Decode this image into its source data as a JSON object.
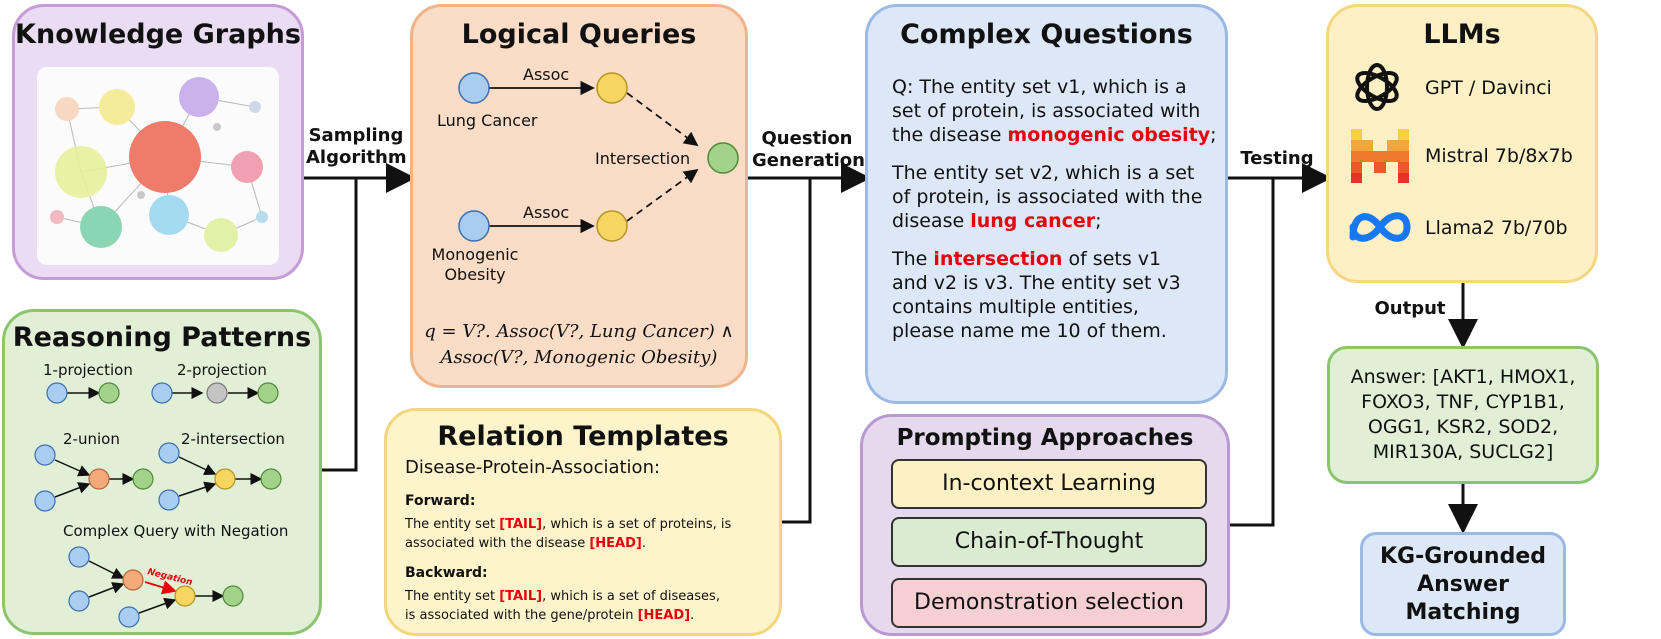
{
  "kg": {
    "title": "Knowledge Graphs"
  },
  "logical": {
    "title": "Logical Queries",
    "assoc1": "Assoc",
    "assoc2": "Assoc",
    "lung": "Lung Cancer",
    "intersection": "Intersection",
    "mono1": "Monogenic",
    "mono2": "Obesity",
    "formula1": "q = V?. Assoc(V?, Lung Cancer) ∧",
    "formula2": "Assoc(V?, Monogenic Obesity)"
  },
  "complex": {
    "title": "Complex Questions",
    "p1a": "Q: The entity set v1, which is a",
    "p1b": "set of protein, is associated with",
    "p1c": "the disease ",
    "p1c_red": "monogenic obesity",
    "p1c_end": ";",
    "p2a": "The entity set v2, which is a set",
    "p2b": "of protein, is associated with the",
    "p2c": "disease ",
    "p2c_red": "lung cancer",
    "p2c_end": ";",
    "p3a": "The ",
    "p3a_red": "intersection",
    "p3a_end": " of sets v1",
    "p3b": "and v2 is v3. The entity set v3",
    "p3c": "contains multiple entities,",
    "p3d": "please name me 10 of them."
  },
  "llms": {
    "title": "LLMs",
    "items": [
      {
        "name": "GPT / Davinci",
        "icon": "openai-logo-icon"
      },
      {
        "name": "Mistral 7b/8x7b",
        "icon": "mistral-logo-icon"
      },
      {
        "name": "Llama2 7b/70b",
        "icon": "meta-logo-icon"
      }
    ]
  },
  "answer": {
    "text": "Answer: [AKT1, HMOX1, FOXO3, TNF, CYP1B1, OGG1, KSR2, SOD2, MIR130A, SUCLG2]",
    "l1": "Answer: [AKT1, HMOX1,",
    "l2": "FOXO3, TNF, CYP1B1,",
    "l3": "OGG1, KSR2, SOD2,",
    "l4": "MIR130A, SUCLG2]"
  },
  "kgmatch": {
    "l1": "KG-Grounded",
    "l2": "Answer",
    "l3": "Matching"
  },
  "patterns": {
    "title": "Reasoning Patterns",
    "p1": "1-projection",
    "p2": "2-projection",
    "u2": "2-union",
    "i2": "2-intersection",
    "neg": "Complex Query with Negation",
    "neglabel": "Negation"
  },
  "templates": {
    "title": "Relation Templates",
    "name": "Disease-Protein-Association:",
    "forward": "Forward:",
    "f_a": "The entity set ",
    "f_tail": "[TAIL]",
    "f_b": ", which is a set of proteins, is",
    "f_c": "associated with the disease ",
    "f_head": "[HEAD]",
    "f_end": ".",
    "backward": "Backward:",
    "b_a": "The entity set ",
    "b_tail": "[TAIL]",
    "b_b": ", which is a set of diseases,",
    "b_c": "is associated with the gene/protein ",
    "b_head": "[HEAD]",
    "b_end": "."
  },
  "prompting": {
    "title": "Prompting Approaches",
    "items": [
      "In-context Learning",
      "Chain-of-Thought",
      "Demonstration selection"
    ]
  },
  "arrows": {
    "sampling1": "Sampling",
    "sampling2": "Algorithm",
    "question1": "Question",
    "question2": "Generation",
    "testing": "Testing",
    "output": "Output"
  },
  "colors": {
    "kg_bg": "#eadcf2",
    "kg_border": "#c79ad8",
    "lq_bg": "#fbdcc6",
    "lq_border": "#f0b48a",
    "cq_bg": "#dce8f8",
    "cq_border": "#9cb8e4",
    "llm_bg": "#fdf0c4",
    "llm_border": "#f5d683",
    "rp_bg": "#e1efd6",
    "rp_border": "#8cc46e",
    "rt_bg": "#fef4cc",
    "rt_border": "#f4d67c",
    "pa_bg": "#e6d9ee",
    "pa_border": "#b99ad0",
    "blue_node": "#a8cdf0",
    "yellow_node": "#f6d660",
    "green_node": "#a3d28b",
    "orange_node": "#f3a97a",
    "accent_red": "#e8000b"
  }
}
